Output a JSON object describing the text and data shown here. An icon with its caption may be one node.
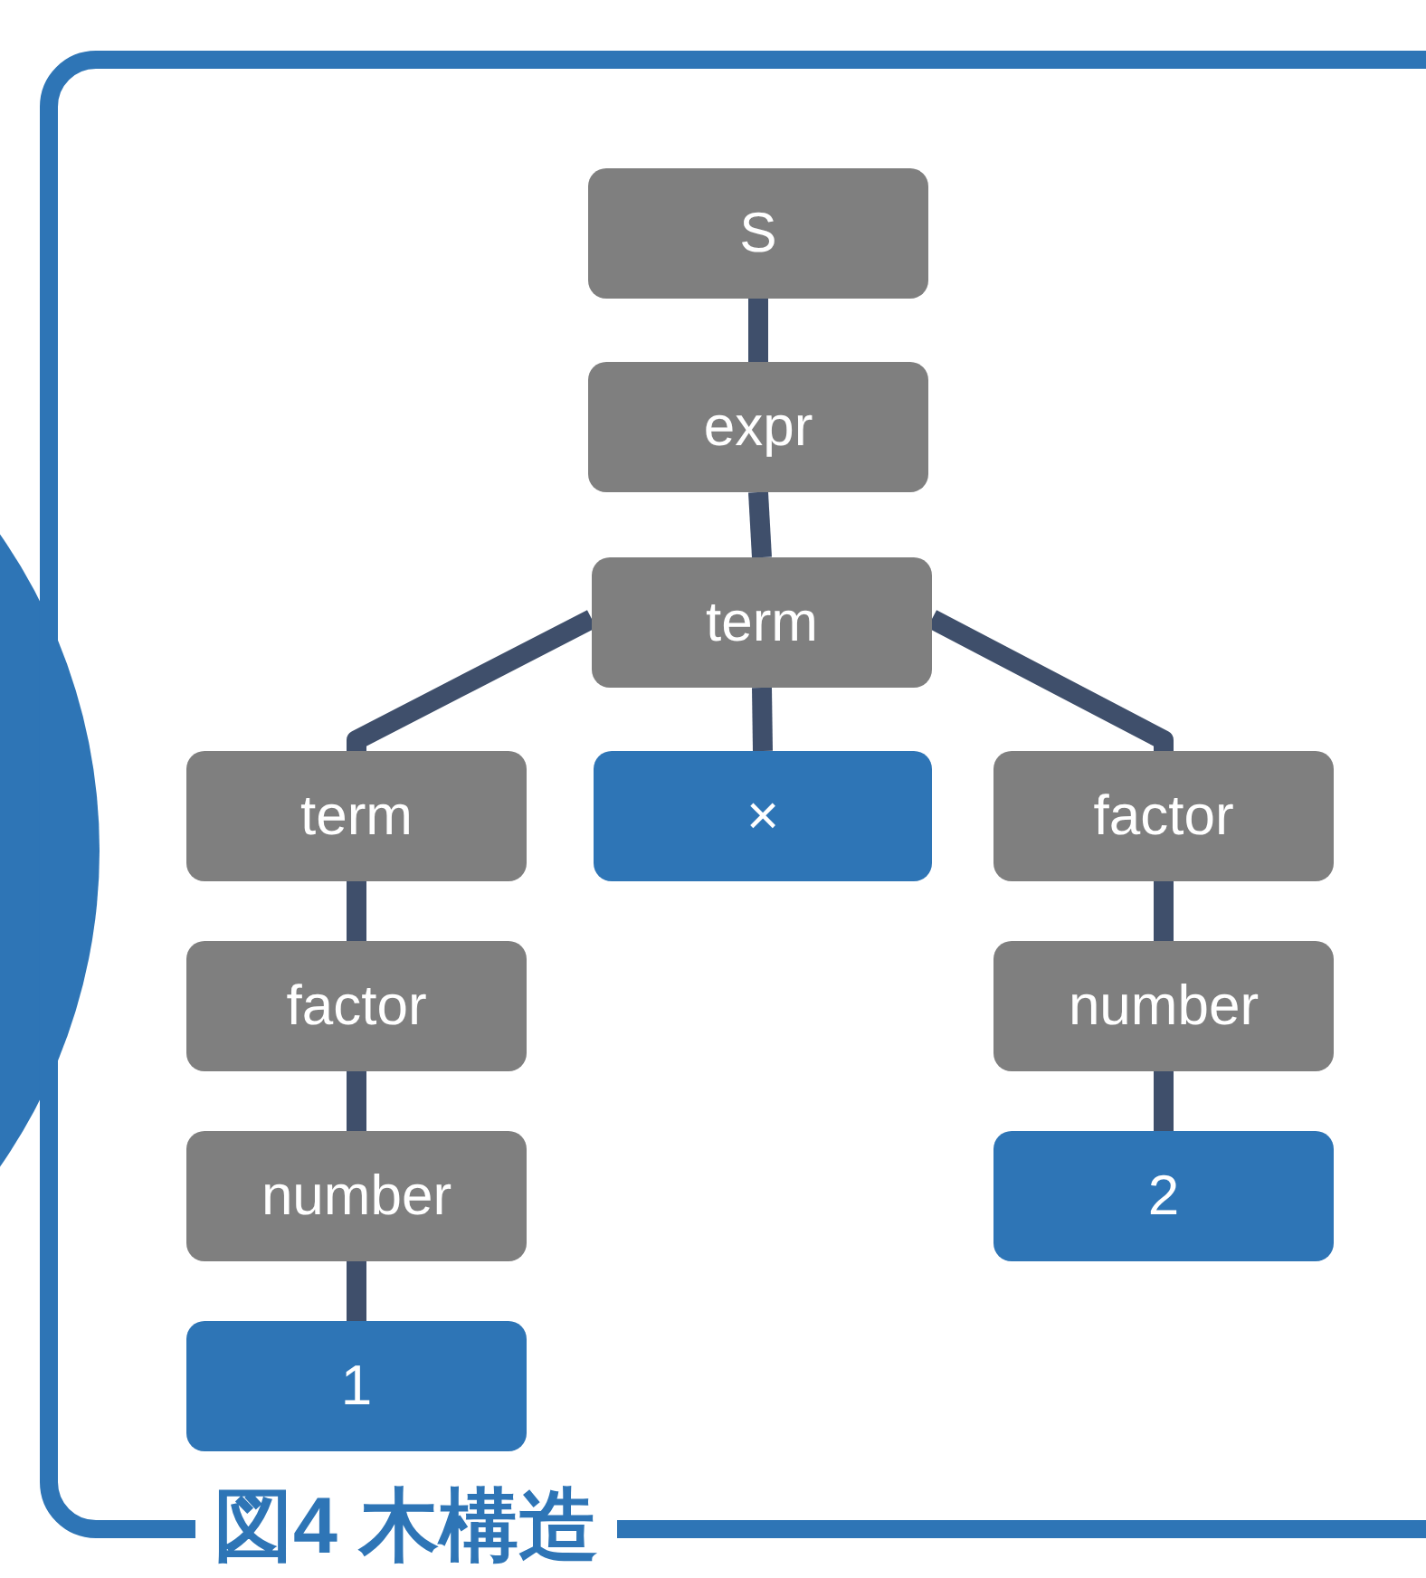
{
  "diagram": {
    "caption": "図4 木構造",
    "nodes": [
      {
        "text": [
          "S"
        ]
      },
      {
        "text": [
          "expr"
        ]
      },
      {
        "text": [
          "term"
        ]
      },
      {
        "text": [
          "term"
        ]
      },
      {
        "text": [
          "×"
        ]
      },
      {
        "text": [
          "factor"
        ]
      },
      {
        "text": [
          "factor"
        ]
      },
      {
        "text": [
          "number"
        ]
      },
      {
        "text": [
          "number"
        ]
      },
      {
        "text": [
          "2"
        ]
      },
      {
        "text": [
          "1"
        ]
      }
    ],
    "edges": [
      {
        "from": 0,
        "to": 1,
        "arrow": "none"
      },
      {
        "from": 1,
        "to": 2,
        "arrow": "none"
      },
      {
        "from": 2,
        "to": 3,
        "arrow": "none"
      },
      {
        "from": 2,
        "to": 4,
        "arrow": "none"
      },
      {
        "from": 2,
        "to": 5,
        "arrow": "none"
      },
      {
        "from": 3,
        "to": 6,
        "arrow": "none"
      },
      {
        "from": 6,
        "to": 8,
        "arrow": "none"
      },
      {
        "from": 8,
        "to": 10,
        "arrow": "none"
      },
      {
        "from": 5,
        "to": 7,
        "arrow": "none"
      },
      {
        "from": 7,
        "to": 9,
        "arrow": "none"
      }
    ]
  }
}
